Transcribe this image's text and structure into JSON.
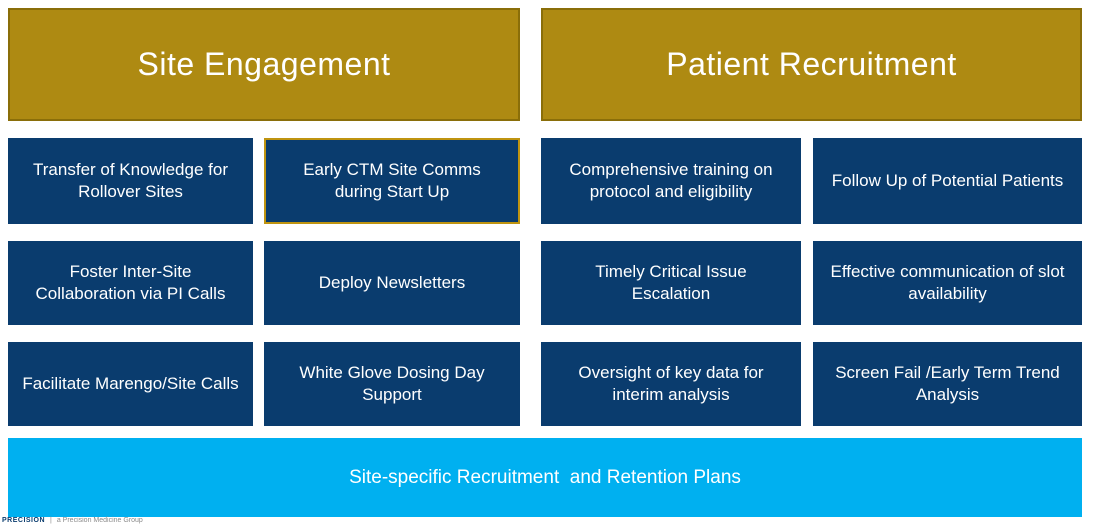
{
  "slide": {
    "sections": [
      {
        "title": "Site Engagement",
        "boxes": [
          {
            "label": "Transfer of Knowledge for Rollover Sites",
            "highlighted": false
          },
          {
            "label": "Early CTM Site Comms during Start Up",
            "highlighted": true
          },
          {
            "label": "Foster Inter-Site Collaboration via PI Calls",
            "highlighted": false
          },
          {
            "label": "Deploy Newsletters",
            "highlighted": false
          },
          {
            "label": "Facilitate Marengo/Site Calls",
            "highlighted": false
          },
          {
            "label": "White Glove Dosing Day Support",
            "highlighted": false
          }
        ]
      },
      {
        "title": "Patient Recruitment",
        "boxes": [
          {
            "label": "Comprehensive training on protocol and eligibility",
            "highlighted": false
          },
          {
            "label": "Follow Up of Potential Patients",
            "highlighted": false
          },
          {
            "label": "Timely Critical Issue Escalation",
            "highlighted": false
          },
          {
            "label": "Effective communication of slot availability",
            "highlighted": false
          },
          {
            "label": "Oversight of key data for interim analysis",
            "highlighted": false
          },
          {
            "label": "Screen Fail /Early Term Trend Analysis",
            "highlighted": false
          }
        ]
      }
    ],
    "bottom_bar": {
      "label": "Site-specific Recruitment  and Retention Plans"
    },
    "footer": {
      "wordmark": "PRECISION",
      "separator": "|",
      "tagline": "a Precision Medicine Group"
    },
    "colors": {
      "header_gold": "#AE8A12",
      "header_gold_border": "#8A6E09",
      "box_navy": "#0A3C6E",
      "highlight_border_gold": "#BF9410",
      "bottom_bar_cyan": "#00B0F0",
      "text_white": "#FFFFFF",
      "footer_gray": "#8A8A8A"
    }
  }
}
